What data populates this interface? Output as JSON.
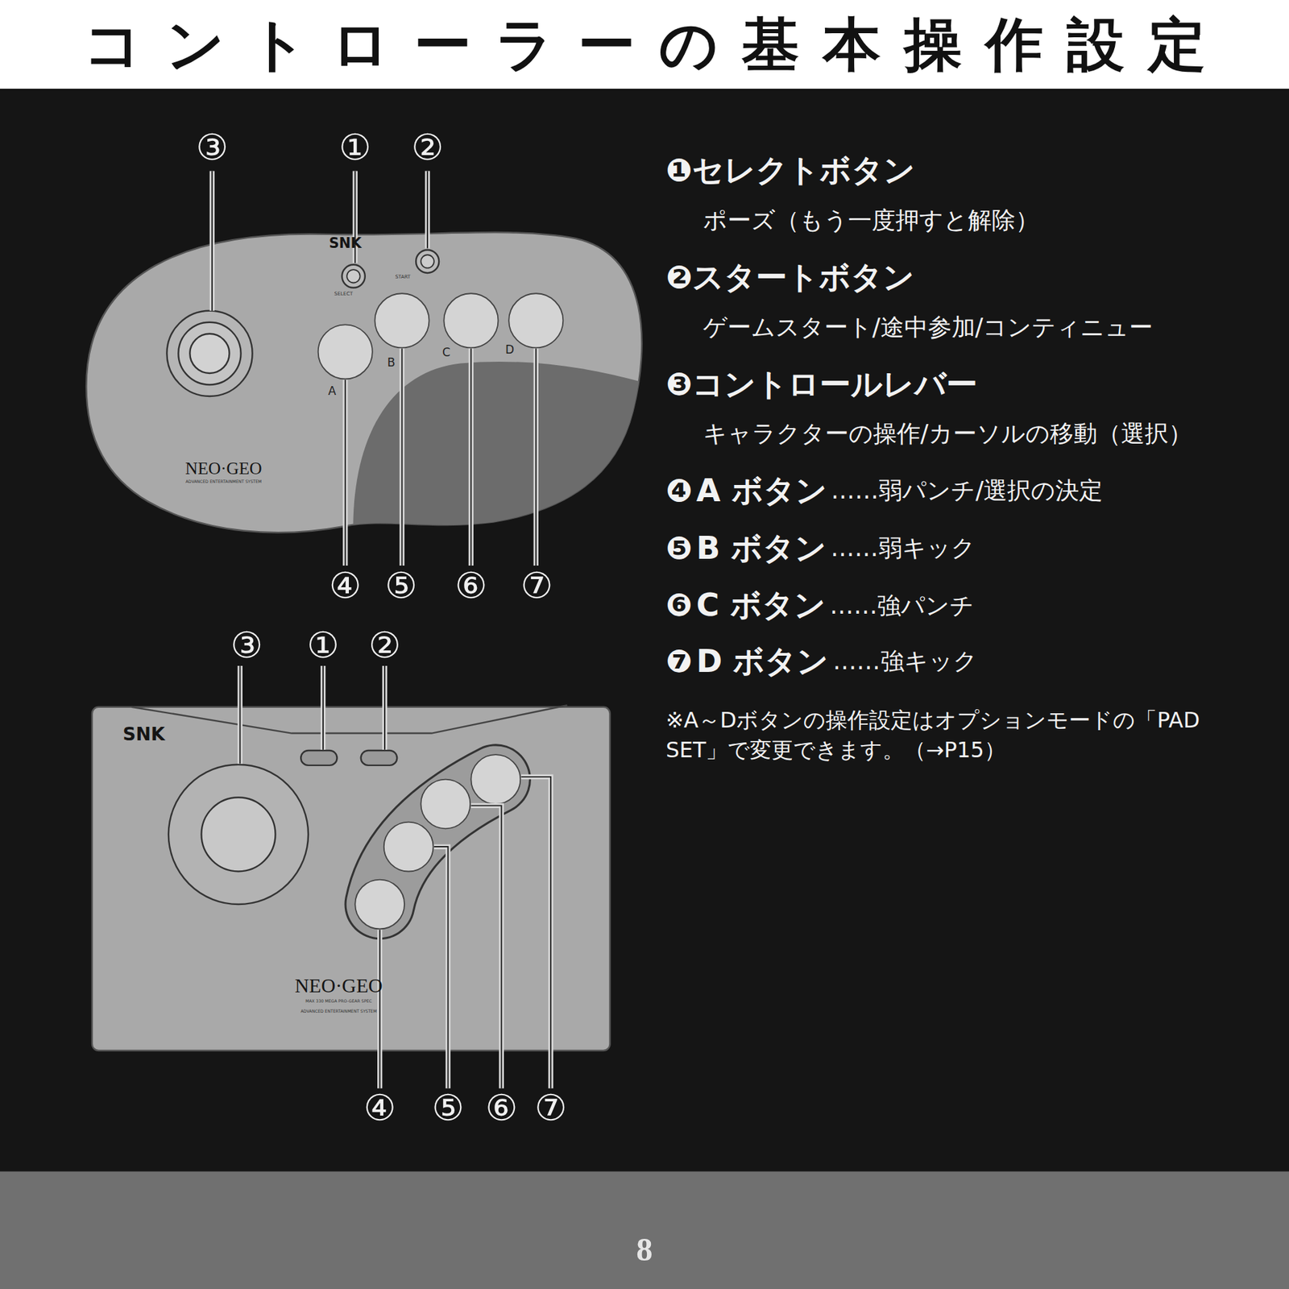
{
  "diagram": {
    "title": "コントローラーの基本操作設定",
    "labels": [
      "③",
      "①",
      "②",
      "SNK",
      "SELECT",
      "START",
      "A",
      "B",
      "C",
      "D",
      "NEO·GEO",
      "ADVANCED ENTERTAINMENT SYSTEM",
      "④",
      "⑤",
      "⑥",
      "⑦",
      "③",
      "①",
      "②",
      "SNK",
      "NEO·GEO",
      "MAX 330 MEGA PRO-GEAR SPEC",
      "ADVANCED ENTERTAINMENT SYSTEM",
      "④",
      "⑤",
      "⑥",
      "⑦",
      "❶セレクトボタン",
      "ポーズ（もう一度押すと解除）",
      "❷スタートボタン",
      "ゲームスタート/途中参加/コンティニュー",
      "❸コントロールレバー",
      "キャラクターの操作/カーソルの移動（選択）",
      "❹",
      "A ボタン",
      "……弱パンチ/選択の決定",
      "❺",
      "B ボタン",
      "……弱キック",
      "❻",
      "C ボタン",
      "……強パンチ",
      "❼",
      "D ボタン",
      "……強キック",
      "※A～Dボタンの操作設定はオプションモードの「PAD SET」で変更できます。（→P15）",
      "8"
    ]
  }
}
